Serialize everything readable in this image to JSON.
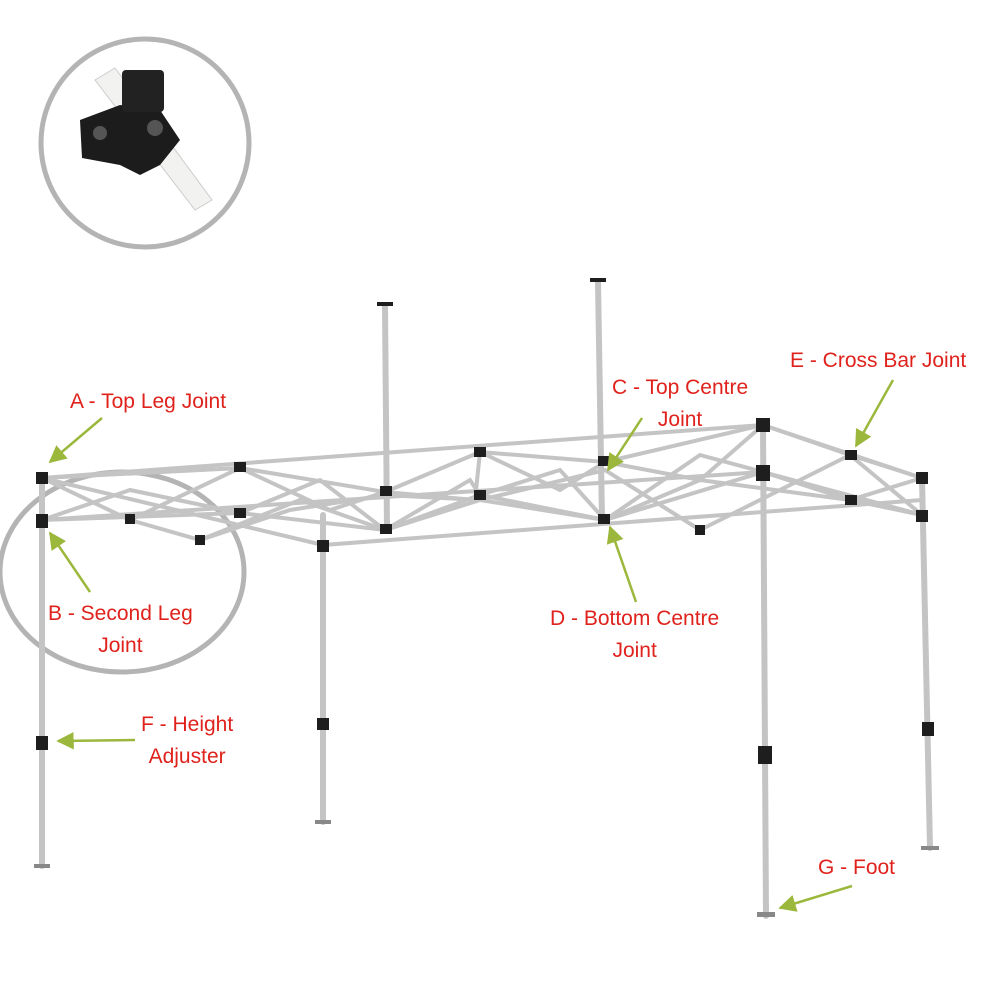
{
  "colors": {
    "label": "#e0221c",
    "arrow": "#9bb83c",
    "frame": "#c8c8c8",
    "joint": "#1e1e1e",
    "circle": "#b4b4b4"
  },
  "labels": {
    "a": {
      "line1": "A - Top Leg Joint"
    },
    "b": {
      "line1": "B - Second Leg",
      "line2": "Joint"
    },
    "c": {
      "line1": "C - Top Centre",
      "line2": "Joint"
    },
    "d": {
      "line1": "D - Bottom Centre",
      "line2": "Joint"
    },
    "e": {
      "line1": "E - Cross Bar Joint"
    },
    "f": {
      "line1": "F - Height",
      "line2": "Adjuster"
    },
    "g": {
      "line1": "G - Foot"
    }
  }
}
